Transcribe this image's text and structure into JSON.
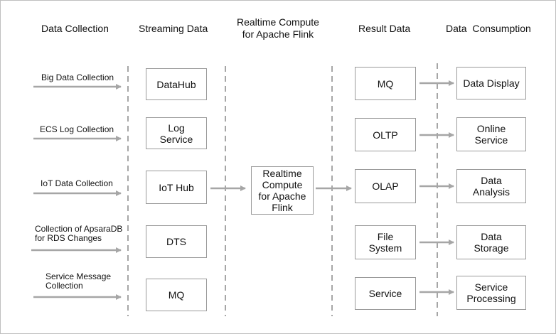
{
  "headers": {
    "collection": "Data Collection",
    "streaming": "Streaming Data",
    "compute_line1": "Realtime Compute",
    "compute_line2": "for Apache Flink",
    "result": "Result Data",
    "consumption": "Data  Consumption"
  },
  "sources": [
    {
      "line1": "Big Data Collection",
      "line2": ""
    },
    {
      "line1": "ECS Log Collection",
      "line2": ""
    },
    {
      "line1": "IoT Data Collection",
      "line2": ""
    },
    {
      "line1": "Collection of ApsaraDB",
      "line2": "for RDS Changes"
    },
    {
      "line1": "Service Message",
      "line2": "Collection"
    }
  ],
  "streaming": [
    {
      "line1": "DataHub",
      "line2": ""
    },
    {
      "line1": "Log",
      "line2": "Service"
    },
    {
      "line1": "IoT Hub",
      "line2": ""
    },
    {
      "line1": "DTS",
      "line2": ""
    },
    {
      "line1": "MQ",
      "line2": ""
    }
  ],
  "compute": {
    "line1": "Realtime",
    "line2": "Compute",
    "line3": "for Apache",
    "line4": "Flink"
  },
  "results": [
    {
      "line1": "MQ",
      "line2": ""
    },
    {
      "line1": "OLTP",
      "line2": ""
    },
    {
      "line1": "OLAP",
      "line2": ""
    },
    {
      "line1": "File",
      "line2": "System"
    },
    {
      "line1": "Service",
      "line2": ""
    }
  ],
  "consumption": [
    {
      "line1": "Data Display",
      "line2": ""
    },
    {
      "line1": "Online",
      "line2": "Service"
    },
    {
      "line1": "Data",
      "line2": "Analysis"
    },
    {
      "line1": "Data",
      "line2": "Storage"
    },
    {
      "line1": "Service",
      "line2": "Processing"
    }
  ],
  "colors": {
    "line": "#a6a6a6",
    "border": "#9a9a9a",
    "text": "#111111"
  }
}
